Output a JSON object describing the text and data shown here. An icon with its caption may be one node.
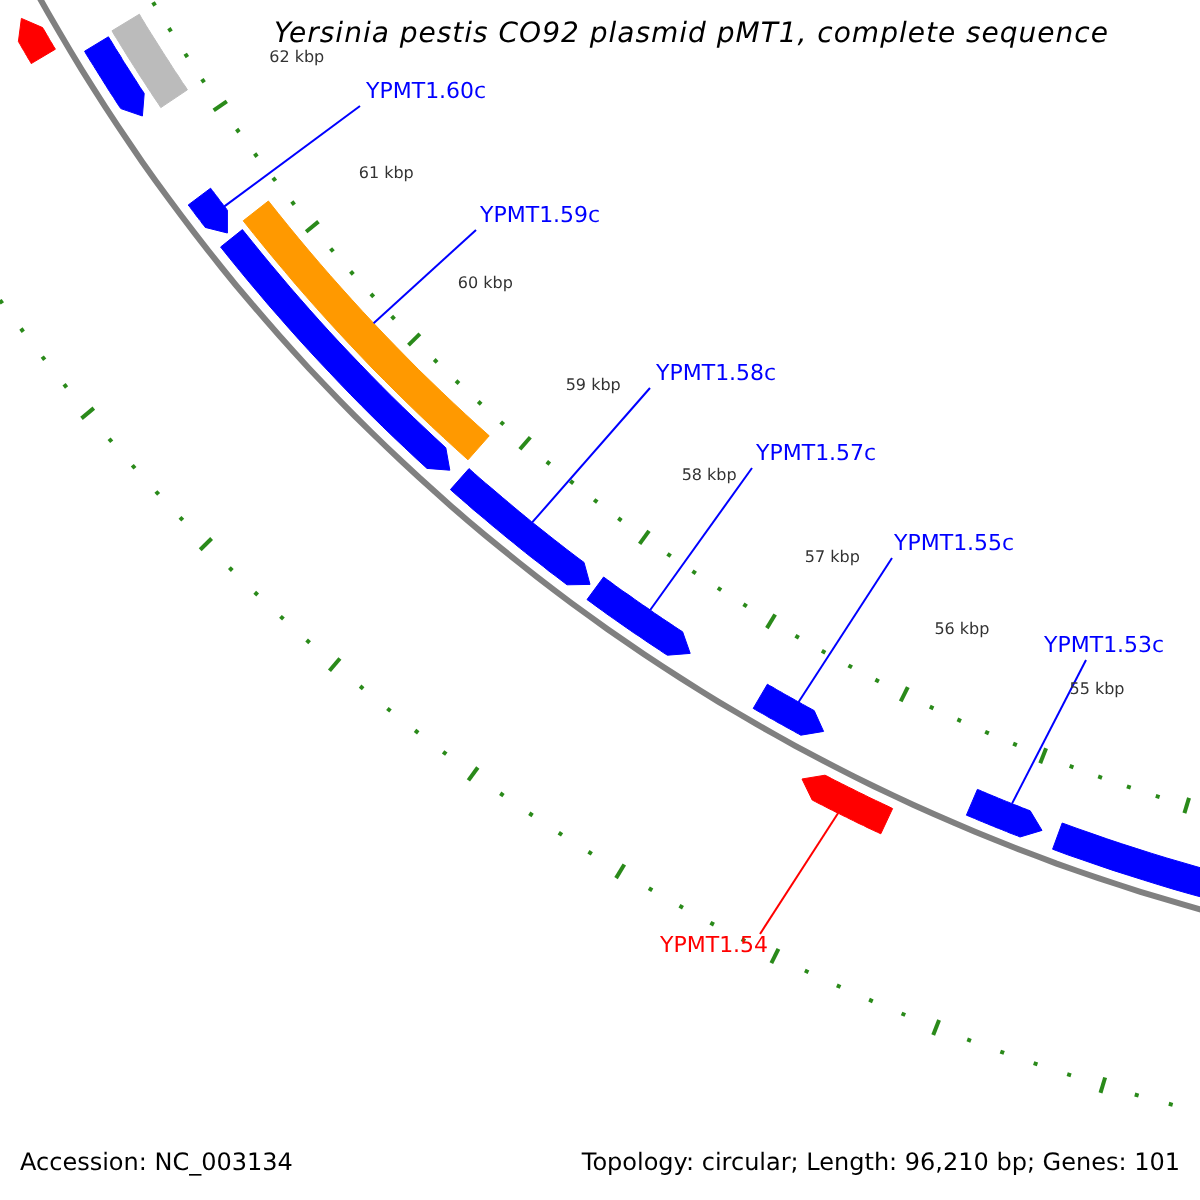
{
  "diagram": {
    "title": "Yersinia pestis CO92 plasmid pMT1, complete sequence",
    "nodes": [
      {
        "text": [],
        "shape": "arrow"
      },
      {
        "text": [],
        "shape": "arrow"
      },
      {
        "text": [],
        "shape": "bar"
      },
      {
        "text": [
          "YPMT1.60c"
        ]
      },
      {
        "text": [],
        "shape": "arrow"
      },
      {
        "text": [
          "YPMT1.59c"
        ]
      },
      {
        "text": [],
        "shape": "bar"
      },
      {
        "text": [],
        "shape": "arrow"
      },
      {
        "text": [
          "YPMT1.58c"
        ]
      },
      {
        "text": [],
        "shape": "arrow"
      },
      {
        "text": [
          "YPMT1.57c"
        ]
      },
      {
        "text": [],
        "shape": "arrow"
      },
      {
        "text": [
          "YPMT1.55c"
        ]
      },
      {
        "text": [],
        "shape": "arrow"
      },
      {
        "text": [],
        "shape": "arrow"
      },
      {
        "text": [
          "YPMT1.53c"
        ]
      },
      {
        "text": [],
        "shape": "arrow"
      },
      {
        "text": [],
        "shape": "arrow"
      },
      {
        "text": [
          "YPMT1.54"
        ]
      }
    ],
    "edges": [
      {
        "from": 3,
        "to": 4,
        "arrow": "none"
      },
      {
        "from": 5,
        "to": 6,
        "arrow": "none"
      },
      {
        "from": 8,
        "to": 9,
        "arrow": "none"
      },
      {
        "from": 10,
        "to": 11,
        "arrow": "none"
      },
      {
        "from": 12,
        "to": 13,
        "arrow": "none"
      },
      {
        "from": 15,
        "to": 16,
        "arrow": "none"
      },
      {
        "from": 18,
        "to": 14,
        "arrow": "none",
        "color": "#ff0000"
      }
    ],
    "labels": [
      "62 kbp",
      "61 kbp",
      "60 kbp",
      "59 kbp",
      "58 kbp",
      "57 kbp",
      "56 kbp",
      "55 kbp",
      "Accession: NC_003134",
      "Topology: circular; Length: 96,210 bp; Genes: 101"
    ]
  }
}
